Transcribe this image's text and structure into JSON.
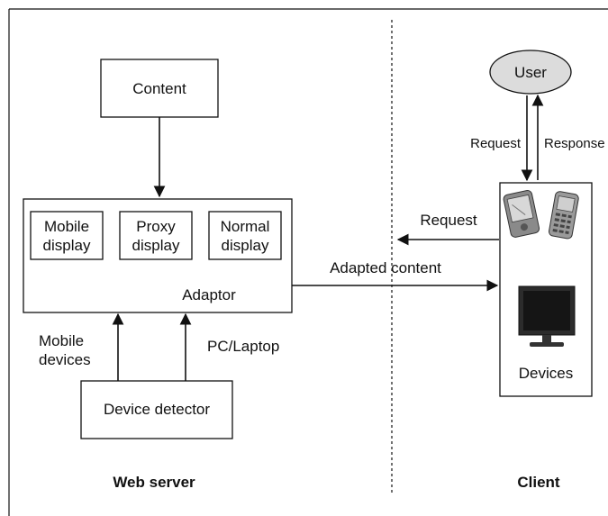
{
  "content_box": {
    "label": "Content"
  },
  "adaptor": {
    "label": "Adaptor",
    "displays": [
      {
        "line1": "Mobile",
        "line2": "display"
      },
      {
        "line1": "Proxy",
        "line2": "display"
      },
      {
        "line1": "Normal",
        "line2": "display"
      }
    ]
  },
  "device_detector": {
    "label": "Device detector"
  },
  "edge_labels": {
    "mobile_line1": "Mobile",
    "mobile_line2": "devices",
    "pc_laptop": "PC/Laptop",
    "request_from_devices": "Request",
    "adapted_content": "Adapted content",
    "user_request": "Request",
    "user_response": "Response"
  },
  "user": {
    "label": "User"
  },
  "devices": {
    "label": "Devices"
  },
  "regions": {
    "web_server": "Web server",
    "client": "Client"
  },
  "colors": {
    "user_fill": "#dcdcdc",
    "stroke": "#111111"
  }
}
